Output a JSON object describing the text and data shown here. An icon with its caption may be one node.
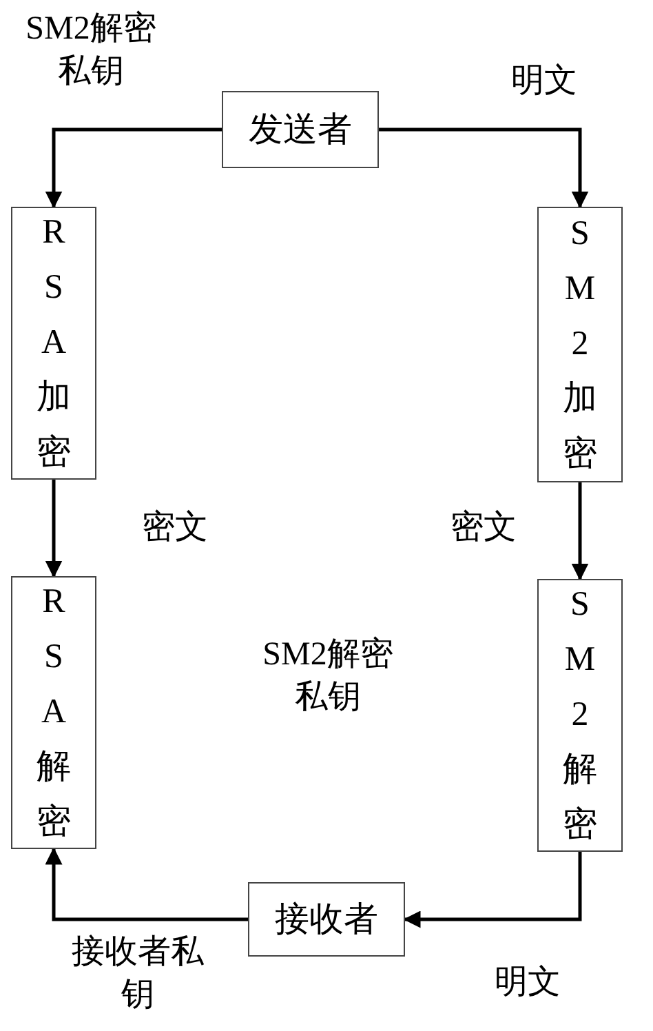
{
  "diagram": {
    "nodes": [
      {
        "text": [
          "发送者"
        ]
      },
      {
        "text": [
          "RSA加密"
        ]
      },
      {
        "text": [
          "SM2加密"
        ]
      },
      {
        "text": [
          "RSA解密"
        ]
      },
      {
        "text": [
          "SM2解密"
        ]
      },
      {
        "text": [
          "接收者"
        ]
      }
    ],
    "edges": [
      {
        "from": 0,
        "to": 1,
        "arrow": "to",
        "label": "SM2解密私钥"
      },
      {
        "from": 0,
        "to": 2,
        "arrow": "to",
        "label": "明文"
      },
      {
        "from": 1,
        "to": 3,
        "arrow": "to",
        "label": "密文"
      },
      {
        "from": 2,
        "to": 4,
        "arrow": "to",
        "label": "密文"
      },
      {
        "from": 4,
        "to": 5,
        "arrow": "to",
        "label": "明文"
      },
      {
        "from": 5,
        "to": 3,
        "arrow": "to",
        "label": "接收者私钥"
      }
    ],
    "labels": [
      "SM2解密私钥"
    ]
  }
}
